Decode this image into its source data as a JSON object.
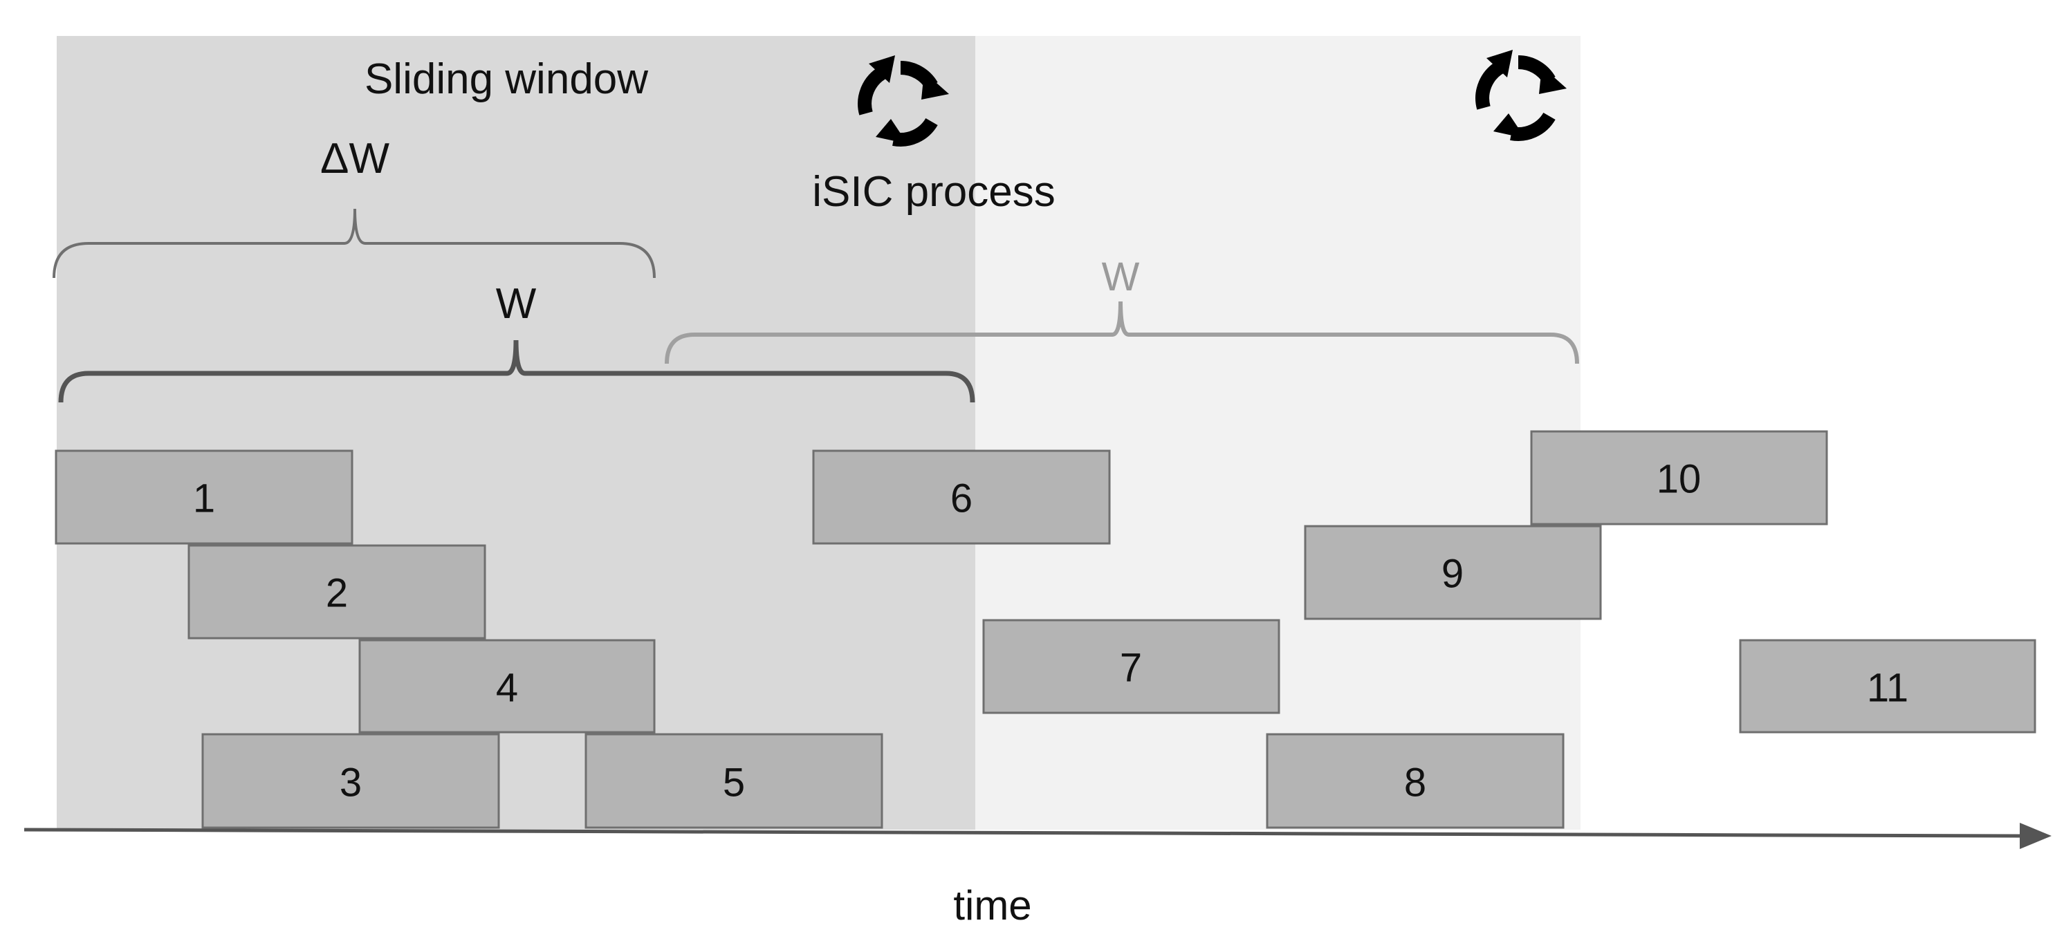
{
  "diagram": {
    "title": "Sliding window",
    "process_label": "iSIC process",
    "delta_w_label": "ΔW",
    "window_label": "W",
    "next_window_label": "W",
    "axis_label": "time",
    "icons": [
      "refresh-cycle-icon",
      "refresh-cycle-icon"
    ],
    "colors": {
      "current_window_bg": "#d9d9d9",
      "next_window_bg": "#f2f2f2",
      "task_fill": "#b4b4b4",
      "task_stroke": "#6f6f6f",
      "axis": "#555555"
    },
    "tasks": [
      {
        "label": "1"
      },
      {
        "label": "2"
      },
      {
        "label": "3"
      },
      {
        "label": "4"
      },
      {
        "label": "5"
      },
      {
        "label": "6"
      },
      {
        "label": "7"
      },
      {
        "label": "8"
      },
      {
        "label": "9"
      },
      {
        "label": "10"
      },
      {
        "label": "11"
      }
    ]
  }
}
